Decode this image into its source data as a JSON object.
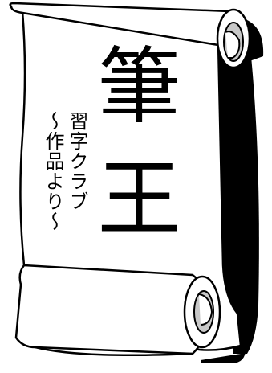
{
  "scroll": {
    "title": "筆王",
    "subtitle_line1": "習字クラブ",
    "subtitle_line2": "～作品より～"
  },
  "colors": {
    "paper": "#ffffff",
    "shadow": "#000000",
    "roll_inner": "#c8c8c8",
    "outline": "#000000"
  }
}
